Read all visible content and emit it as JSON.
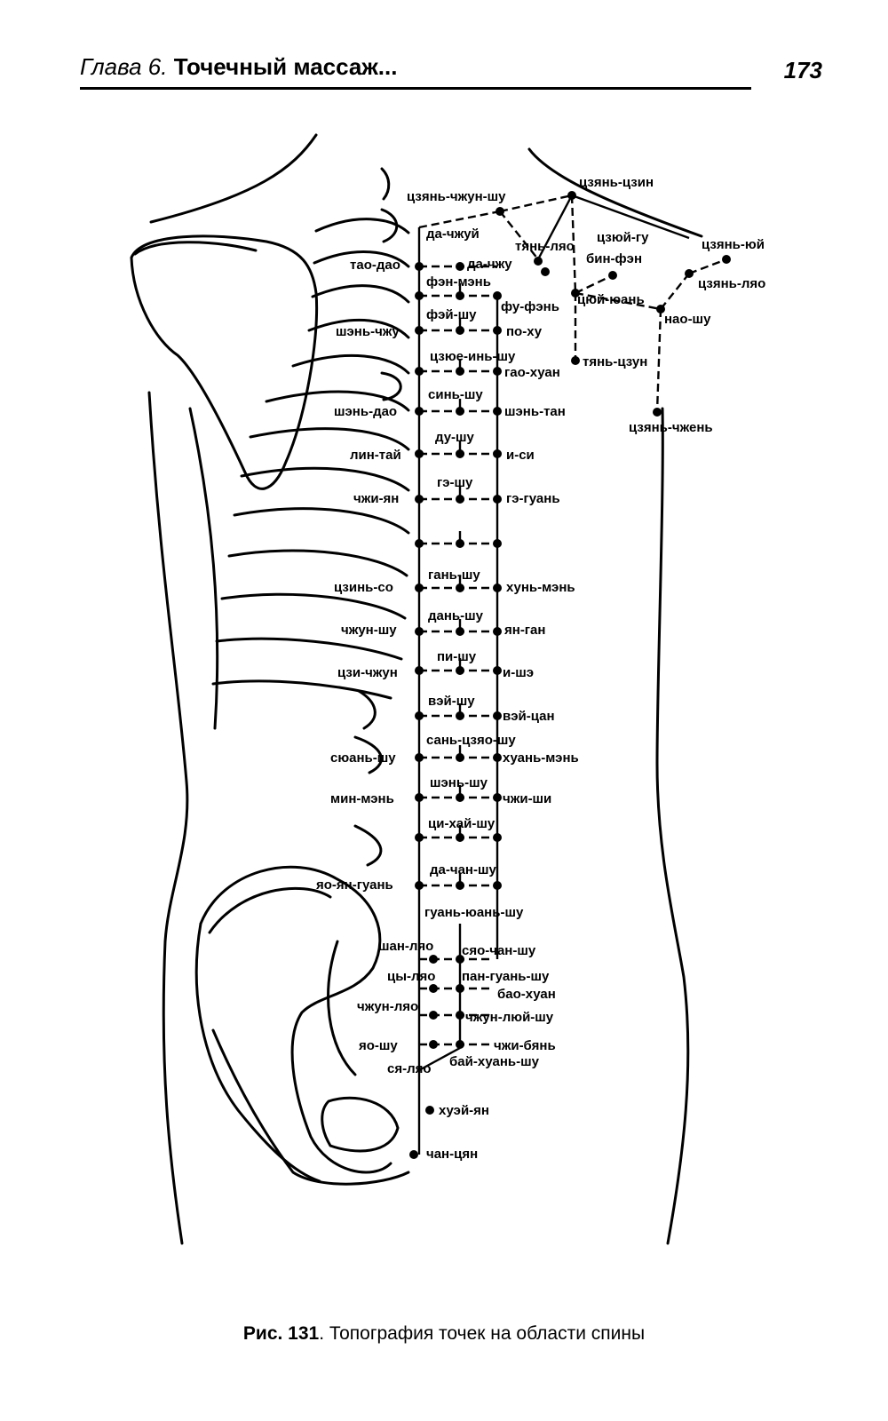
{
  "header": {
    "chapter_prefix": "Глава 6. ",
    "chapter_title": "Точечный массаж...",
    "page_number": "173"
  },
  "caption": {
    "number": "Рис. 131",
    "text": ". Топография точек на области спины"
  },
  "points": [
    "цзянь-чжун-шу",
    "цзянь-цзин",
    "да-чжуй",
    "тянь-ляо",
    "цзюй-гу",
    "цзянь-юй",
    "тао-дао",
    "да-чжу",
    "бин-фэн",
    "фэн-мэнь",
    "цзянь-ляо",
    "фу-фэнь",
    "цюй-юань",
    "фэй-шу",
    "нао-шу",
    "шэнь-чжу",
    "по-ху",
    "цзюе-инь-шу",
    "тянь-цзун",
    "гао-хуан",
    "синь-шу",
    "шэнь-дао",
    "шэнь-тан",
    "цзянь-чжень",
    "ду-шу",
    "лин-тай",
    "и-си",
    "гэ-шу",
    "чжи-ян",
    "гэ-гуань",
    "гань-шу",
    "цзинь-со",
    "хунь-мэнь",
    "дань-шу",
    "чжун-шу",
    "ян-ган",
    "пи-шу",
    "цзи-чжун",
    "и-шэ",
    "вэй-шу",
    "вэй-цан",
    "сань-цзяо-шу",
    "сюань-шу",
    "хуань-мэнь",
    "шэнь-шу",
    "мин-мэнь",
    "чжи-ши",
    "ци-хай-шу",
    "да-чан-шу",
    "яо-ян-гуань",
    "гуань-юань-шу",
    "шан-ляо",
    "сяо-чан-шу",
    "цы-ляо",
    "пан-гуань-шу",
    "бао-хуан",
    "чжун-ляо",
    "чжун-люй-шу",
    "яо-шу",
    "чжи-бянь",
    "ся-ляо",
    "бай-хуань-шу",
    "хуэй-ян",
    "чан-цян"
  ]
}
